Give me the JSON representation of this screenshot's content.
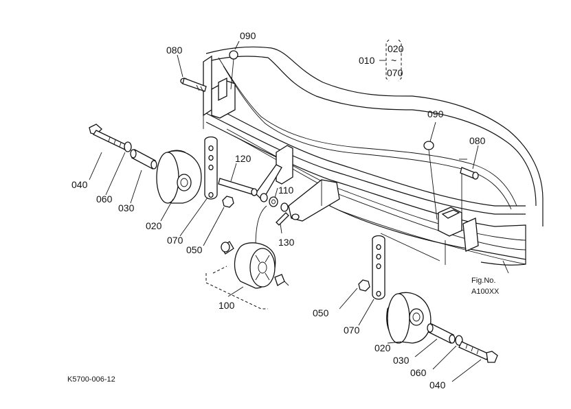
{
  "figure": {
    "code": "K5700-006-12",
    "fig_no_label": "Fig.No.",
    "fig_no_value": "A100XX"
  },
  "callouts": {
    "group_ref": "010",
    "group_range_start": "020",
    "group_range_tilde": "~",
    "group_range_end": "070",
    "top_ring": "090",
    "top_pin": "080",
    "left_bolt": "040",
    "left_washer": "060",
    "left_collar": "030",
    "left_wheel": "020",
    "left_plate": "070",
    "left_nut": "050",
    "axle_shaft": "120",
    "small_washer": "110",
    "lynch_pin": "130",
    "roller_set": "100",
    "right_ring": "090",
    "right_pin": "080",
    "right_nut": "050",
    "right_plate": "070",
    "right_wheel": "020",
    "right_collar": "030",
    "right_washer": "060",
    "right_bolt": "040"
  }
}
